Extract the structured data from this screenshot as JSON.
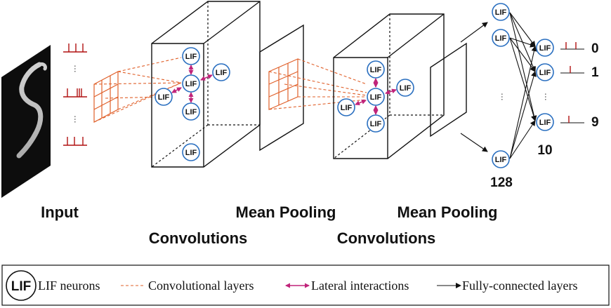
{
  "neuron_label": "LIF",
  "stage_labels": {
    "input": "Input",
    "conv1": "Convolutions",
    "pool1": "Mean Pooling",
    "conv2": "Convolutions",
    "pool2": "Mean Pooling"
  },
  "hidden_count": "128",
  "output_count": "10",
  "output_digits": [
    "0",
    "1",
    "9"
  ],
  "ellipsis": "...",
  "legend": {
    "lif": "LIF neurons",
    "conv": "Convolutional layers",
    "lateral": "Lateral interactions",
    "fc": "Fully-connected layers"
  },
  "colors": {
    "conv_dashed": "#e0602a",
    "lateral_arrow": "#c0247a",
    "spike": "#b01010",
    "neuron_ring": "#2a6fc0"
  }
}
